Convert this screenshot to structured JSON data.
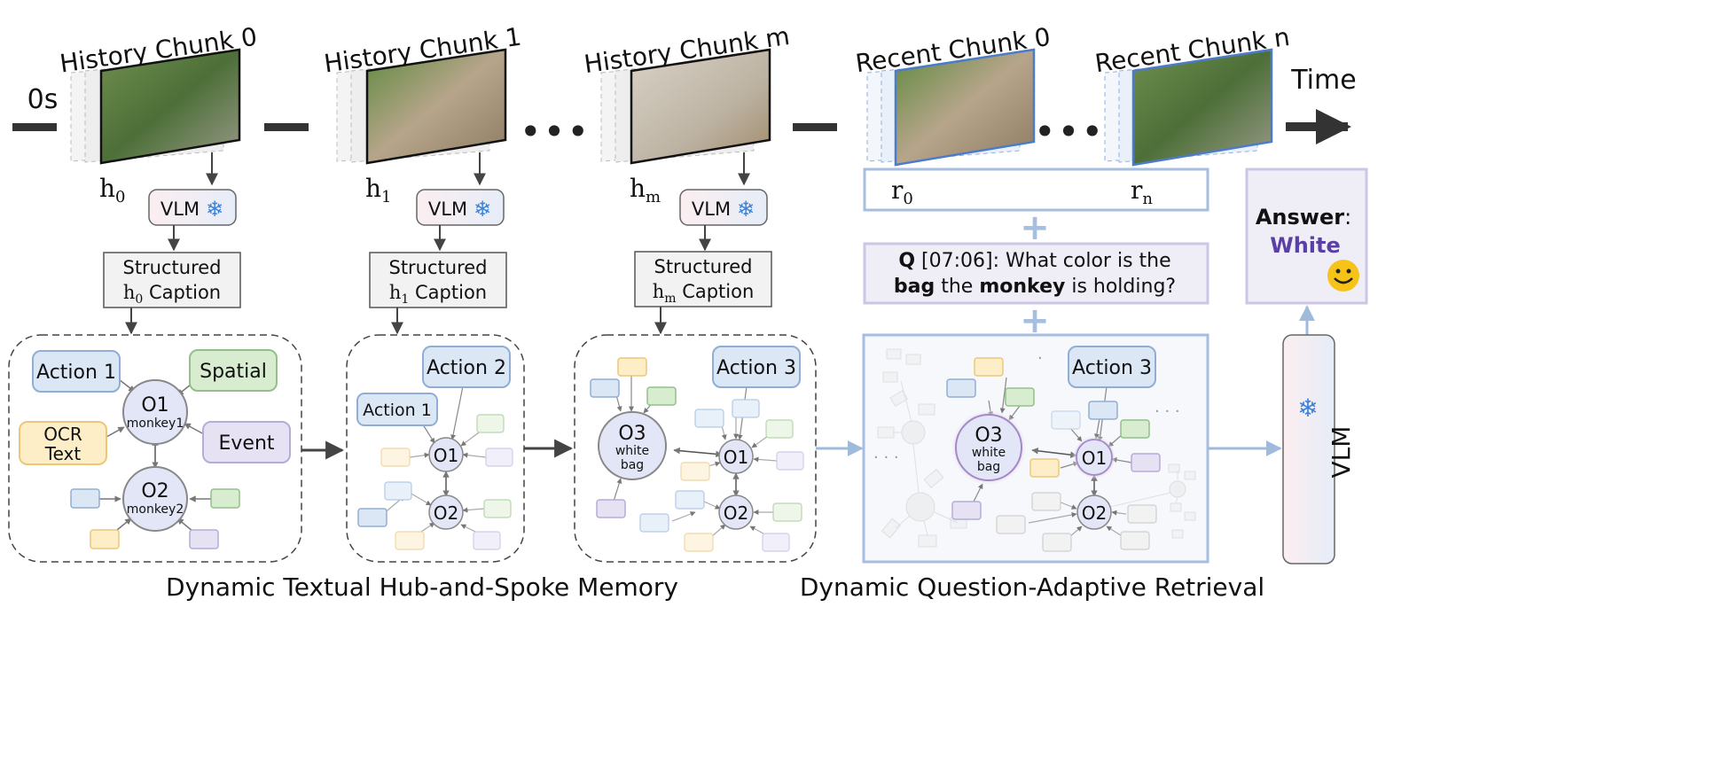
{
  "timeline": {
    "start": "0s",
    "end": "Time",
    "dots": "•••"
  },
  "history_chunks": [
    {
      "title": "History Chunk 0",
      "sym": "h",
      "sub": "0",
      "vlm": "VLM",
      "cap1": "Structured",
      "cap_sym": "h",
      "cap_sub": "0",
      "cap_tail": " Caption"
    },
    {
      "title": "History Chunk 1",
      "sym": "h",
      "sub": "1",
      "vlm": "VLM",
      "cap1": "Structured",
      "cap_sym": "h",
      "cap_sub": "1",
      "cap_tail": " Caption"
    },
    {
      "title": "History Chunk m",
      "sym": "h",
      "sub": "m",
      "vlm": "VLM",
      "cap1": "Structured",
      "cap_sym": "h",
      "cap_sub": "m",
      "cap_tail": " Caption"
    }
  ],
  "recent_chunks": [
    {
      "title": "Recent Chunk 0",
      "sym": "r",
      "sub": "0"
    },
    {
      "title": "Recent Chunk n",
      "sym": "r",
      "sub": "n"
    }
  ],
  "snowflake": "❄",
  "plus": "+",
  "graph1": {
    "action": "Action 1",
    "spatial": "Spatial",
    "ocr1": "OCR",
    "ocr2": "Text",
    "event": "Event",
    "o1": "O1",
    "o1_sub": "monkey1",
    "o2": "O2",
    "o2_sub": "monkey2"
  },
  "graph2": {
    "action2": "Action 2",
    "action1": "Action 1",
    "o1": "O1",
    "o2": "O2"
  },
  "graph3": {
    "action3": "Action 3",
    "o3": "O3",
    "o3_a": "white",
    "o3_b": "bag",
    "o1": "O1",
    "o2": "O2"
  },
  "graph4": {
    "action3": "Action 3",
    "o3": "O3",
    "o3_a": "white",
    "o3_b": "bag",
    "o1": "O1",
    "o2": "O2"
  },
  "question": {
    "q": "Q",
    "time": " [07:06]: What color is the",
    "l2_a": "bag",
    "l2_b": " the ",
    "l2_c": "monkey",
    "l2_d": " is holding?"
  },
  "answer": {
    "label": "Answer",
    "colon": ":",
    "value": "White"
  },
  "vlm_tall": "VLM",
  "captions": {
    "memory": "Dynamic Textual Hub-and-Spoke Memory",
    "retrieval": "Dynamic Question-Adaptive Retrieval"
  },
  "colors": {
    "blue_box": "#dce7f5",
    "blue_border": "#90aed3",
    "green_box": "#d8ecd0",
    "green_border": "#93c089",
    "yellow_box": "#fdeec8",
    "yellow_border": "#ecc77a",
    "purple_box": "#e6e2f3",
    "purple_border": "#b6acd8",
    "answer_purple": "#5a3fa5",
    "frame_blue": "#4c7cc8"
  }
}
